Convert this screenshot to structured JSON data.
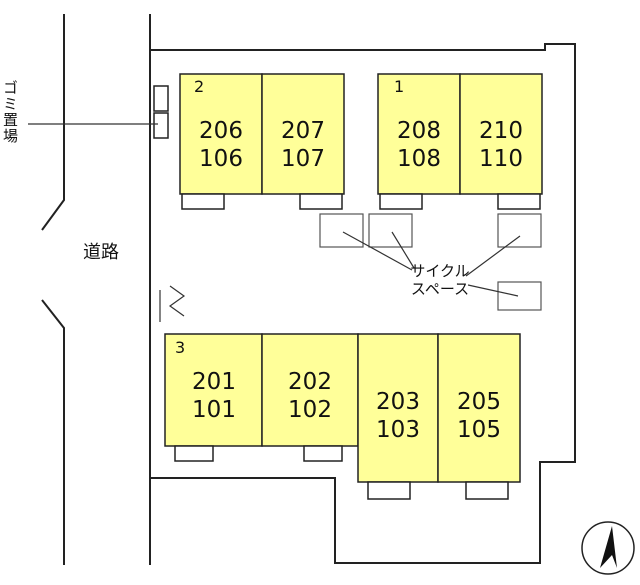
{
  "labels": {
    "garbage": "ゴミ置場",
    "road": "道路",
    "cycle_line1": "サイクル",
    "cycle_line2": "スペース"
  },
  "buildings": [
    {
      "number": "2",
      "units": [
        {
          "upper": "206",
          "lower": "106"
        },
        {
          "upper": "207",
          "lower": "107"
        }
      ]
    },
    {
      "number": "1",
      "units": [
        {
          "upper": "208",
          "lower": "108"
        },
        {
          "upper": "210",
          "lower": "110"
        }
      ]
    },
    {
      "number": "3",
      "units": [
        {
          "upper": "201",
          "lower": "101"
        },
        {
          "upper": "202",
          "lower": "102"
        },
        {
          "upper": "203",
          "lower": "103"
        },
        {
          "upper": "205",
          "lower": "105"
        }
      ]
    }
  ],
  "icons": {
    "north": "north-arrow-icon"
  },
  "colors": {
    "unit_fill": "#ffff99",
    "line": "#222222"
  }
}
